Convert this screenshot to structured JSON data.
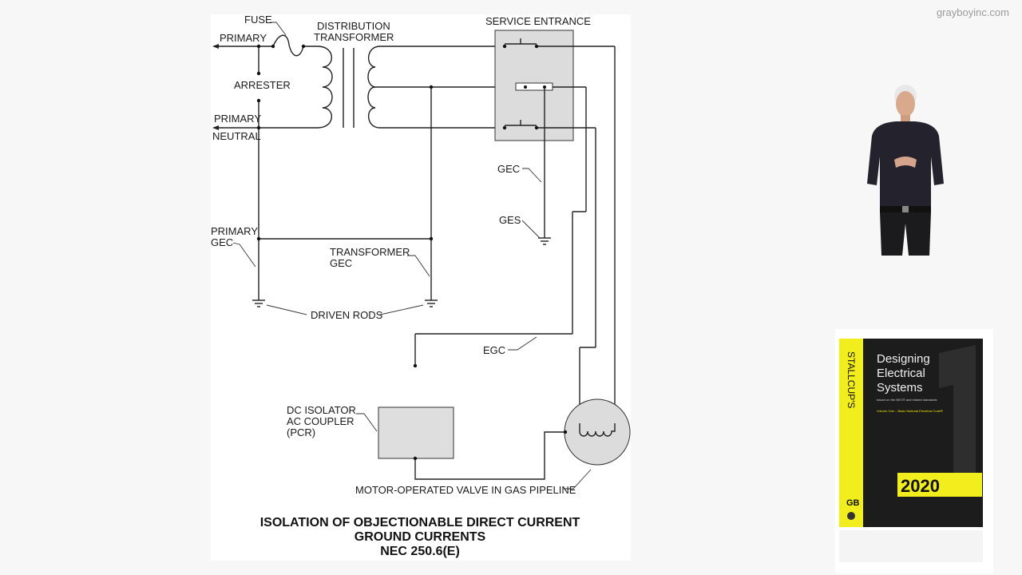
{
  "watermark": "grayboyinc.com",
  "diagram": {
    "labels": {
      "fuse": "FUSE",
      "distribution_1": "DISTRIBUTION",
      "distribution_2": "TRANSFORMER",
      "service_entrance": "SERVICE ENTRANCE",
      "primary": "PRIMARY",
      "arrester": "ARRESTER",
      "primary_neutral_1": "PRIMARY",
      "primary_neutral_2": "NEUTRAL",
      "gec": "GEC",
      "ges": "GES",
      "primary_gec_1": "PRIMARY",
      "primary_gec_2": "GEC",
      "transformer_gec_1": "TRANSFORMER",
      "transformer_gec_2": "GEC",
      "driven_rods": "DRIVEN RODS",
      "egc": "EGC",
      "dc_isolator_1": "DC ISOLATOR",
      "dc_isolator_2": "AC COUPLER",
      "dc_isolator_3": "(PCR)",
      "motor_valve": "MOTOR-OPERATED VALVE IN GAS PIPELINE"
    },
    "caption": {
      "line1": "ISOLATION OF OBJECTIONABLE DIRECT CURRENT",
      "line2": "GROUND CURRENTS",
      "line3": "NEC 250.6(E)"
    }
  },
  "presenter": {
    "icon": "presenter-video"
  },
  "book": {
    "spine": "STALLCUP'S",
    "title_1": "Designing",
    "title_2": "Electrical",
    "title_3": "Systems",
    "subtitle": "based on the NEC® and related standards",
    "volume": "Volume One – Basic National Electrical Code®",
    "year": "2020",
    "logo": "GB",
    "colors": {
      "yellow": "#f2ee1e",
      "dark": "#1c1c1c"
    }
  }
}
